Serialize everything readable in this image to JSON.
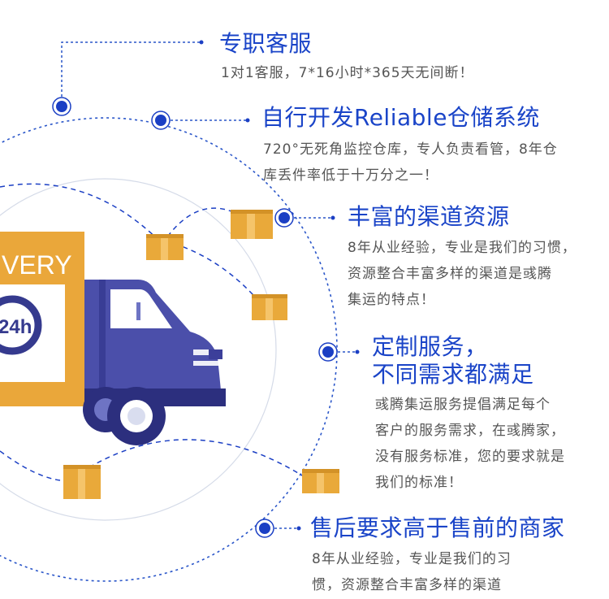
{
  "truck": {
    "sign_text": "VERY",
    "badge_text": "24h"
  },
  "features": [
    {
      "title": "专职客服",
      "lines": [
        "1对1客服，7*16小时*365天无间断！"
      ]
    },
    {
      "title": "自行开发Reliable仓储系统",
      "lines": [
        "720°无死角监控仓库，专人负责看管，8年仓",
        "库丢件率低于十万分之一！"
      ]
    },
    {
      "title": "丰富的渠道资源",
      "lines": [
        "8年从业经验，专业是我们的习惯，",
        "资源整合丰富多样的渠道是彧腾",
        "集运的特点！"
      ]
    },
    {
      "title_lines": [
        "定制服务，",
        "不同需求都满足"
      ],
      "lines": [
        "彧腾集运服务提倡满足每个",
        "客户的服务需求，在彧腾家，",
        "没有服务标准，您的要求就是",
        "我们的标准！"
      ]
    },
    {
      "title": "售后要求高于售前的商家",
      "lines": [
        "8年从业经验，专业是我们的习",
        "惯，资源整合丰富多样的渠道"
      ]
    }
  ],
  "colors": {
    "accent_blue": "#1a44c8",
    "dot_blue": "#1b3fc4",
    "truck_purple": "#4b4faa",
    "cargo_orange": "#e9a93a",
    "body_text": "#555555"
  }
}
